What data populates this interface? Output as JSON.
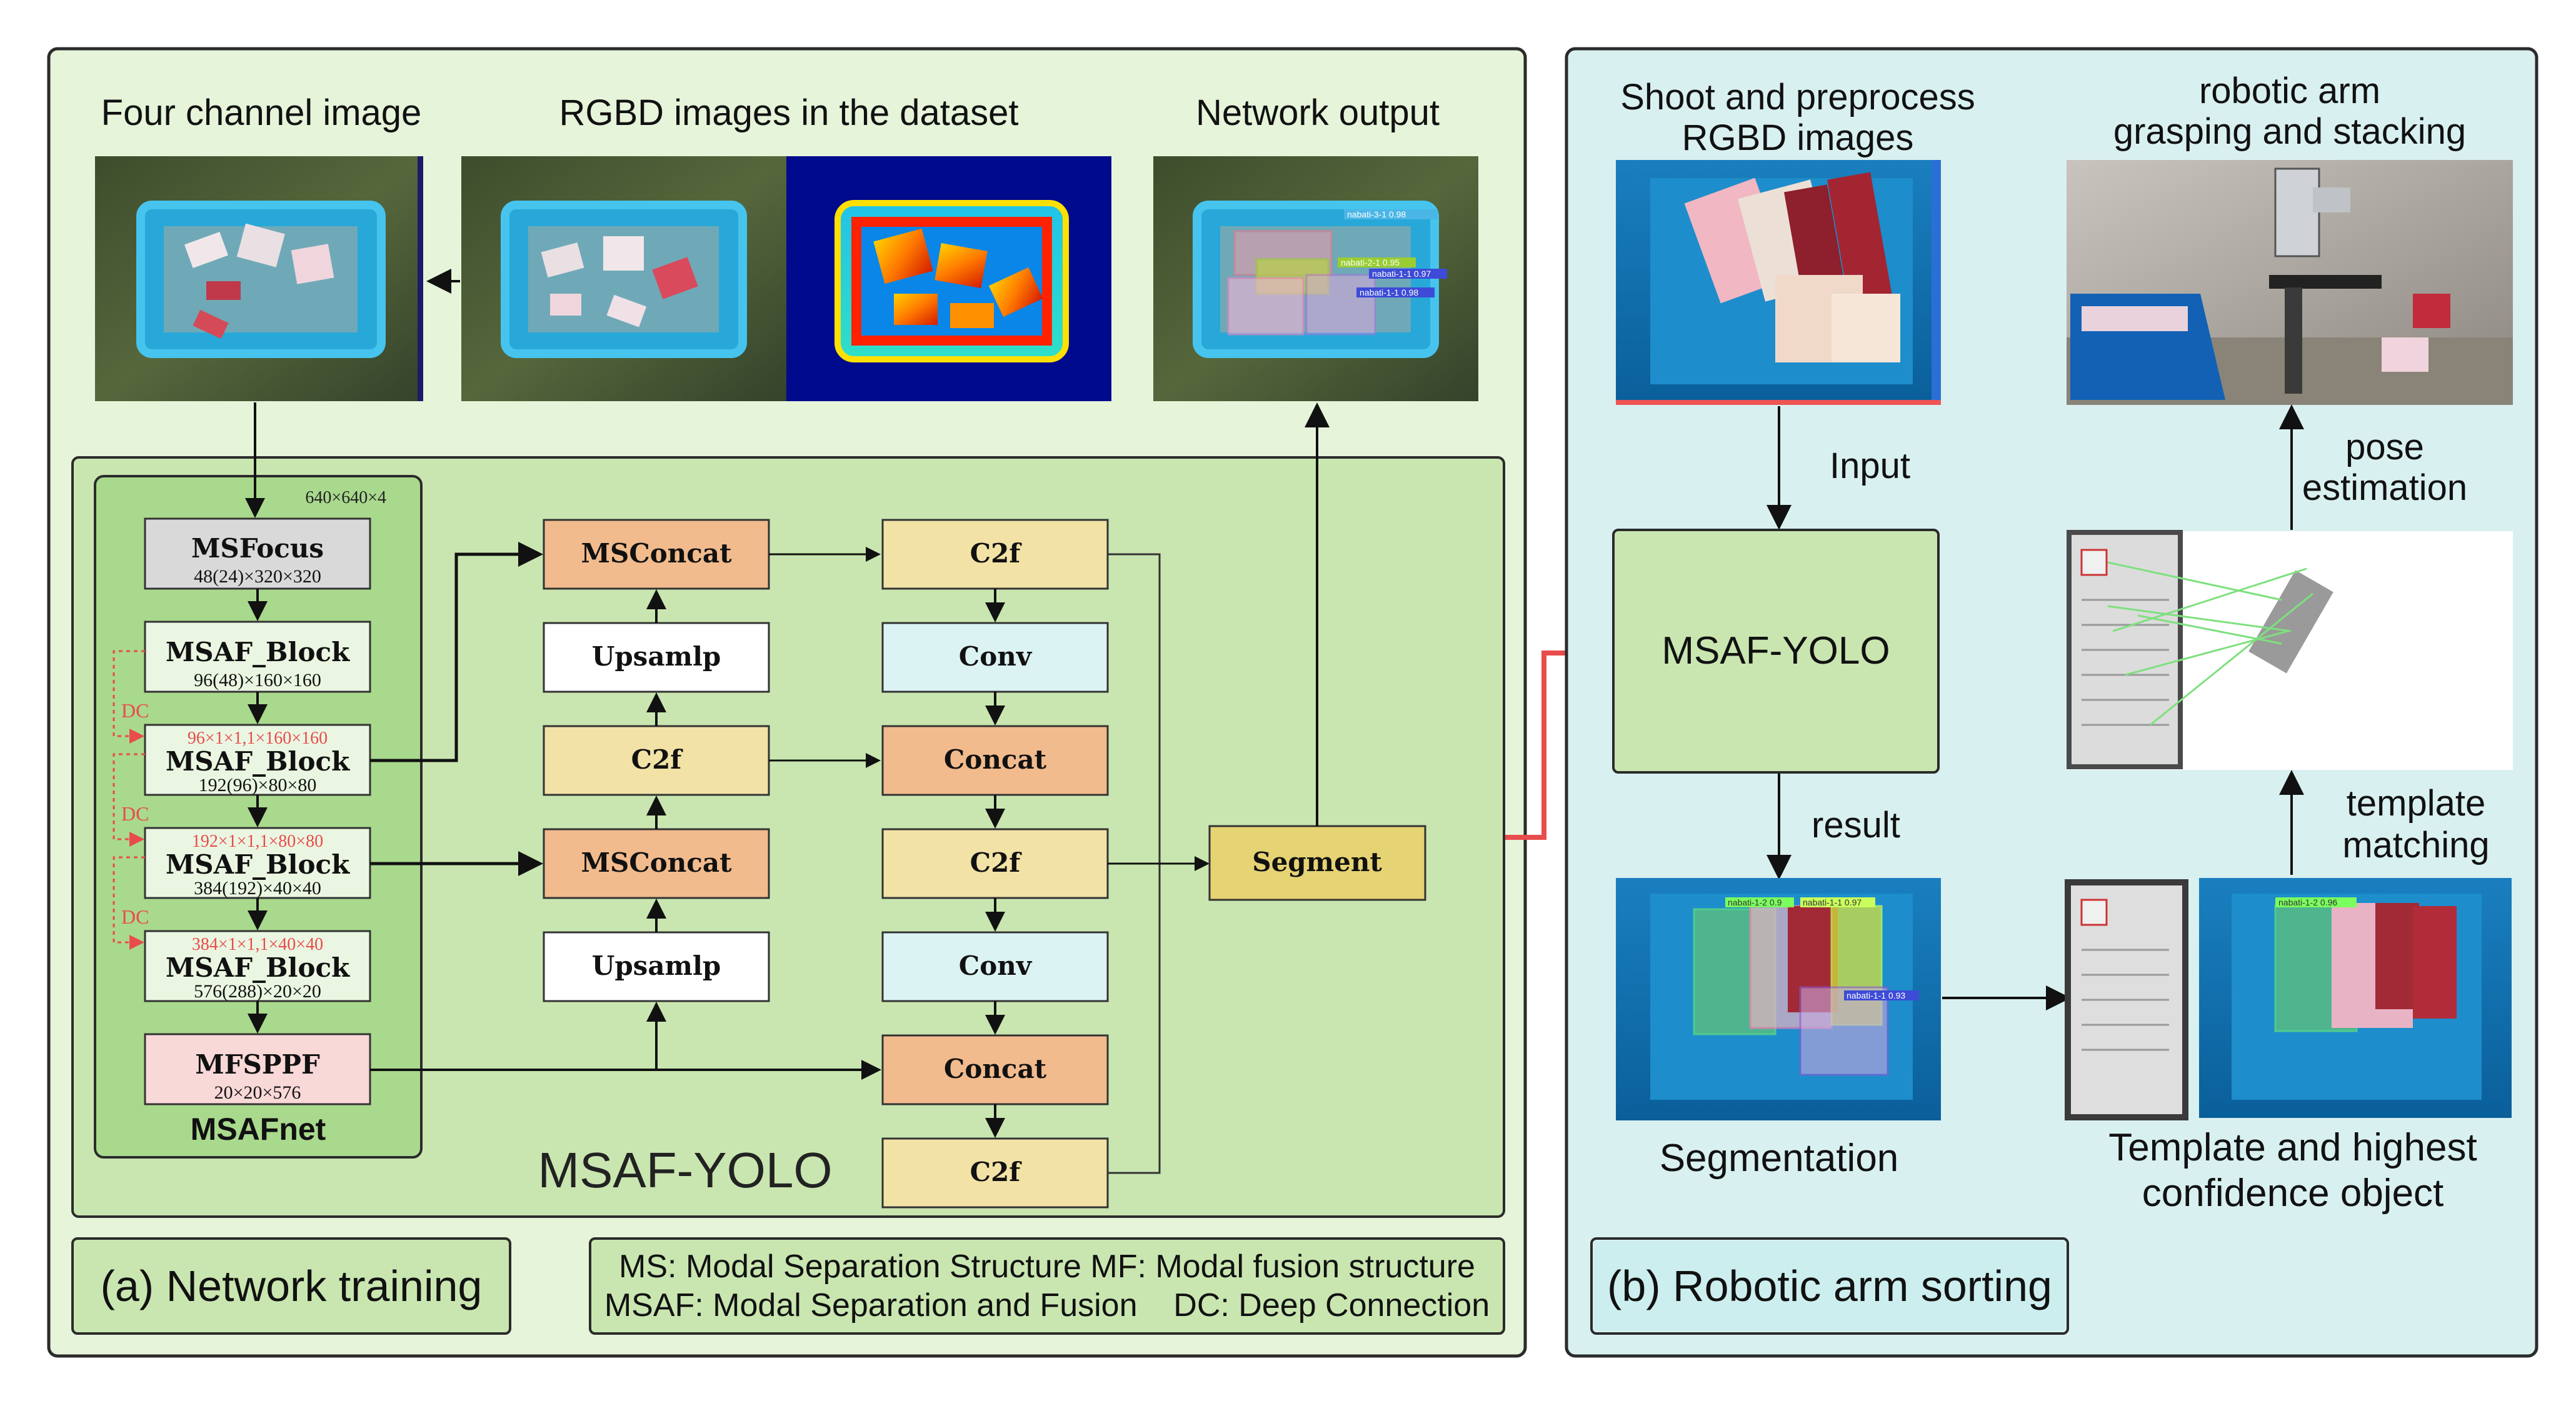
{
  "panel_a": {
    "headers": {
      "four_channel": "Four channel image",
      "rgbd": "RGBD images in the dataset",
      "network_output": "Network output"
    },
    "output_labels": [
      "nabati-3-1 0.98",
      "nabati-2-1 0.95",
      "nabati-1-1 0.97",
      "nabati-1-1 0.98"
    ],
    "msafnet": {
      "title": "MSAFnet",
      "input_size": "640×640×4",
      "blocks": [
        {
          "name": "MSFocus",
          "dims": "48(24)×320×320"
        },
        {
          "name": "MSAF_Block",
          "dims": "96(48)×160×160"
        },
        {
          "name": "MSAF_Block",
          "dims": "192(96)×80×80",
          "dc": "96×1×1,1×160×160"
        },
        {
          "name": "MSAF_Block",
          "dims": "384(192)×40×40",
          "dc": "192×1×1,1×80×80"
        },
        {
          "name": "MSAF_Block",
          "dims": "576(288)×20×20",
          "dc": "384×1×1,1×40×40"
        },
        {
          "name": "MFSPPF",
          "dims": "20×20×576"
        }
      ],
      "dc_label": "DC"
    },
    "neck": {
      "col1": [
        "MSConcat",
        "Upsamlp",
        "C2f",
        "MSConcat",
        "Upsamlp"
      ],
      "col2": [
        "C2f",
        "Conv",
        "Concat",
        "C2f",
        "Conv",
        "Concat",
        "C2f"
      ],
      "segment": "Segment"
    },
    "big_label": "MSAF-YOLO",
    "caption": "(a)  Network training",
    "legend": [
      "MS: Modal Separation Structure MF: Modal fusion structure",
      "MSAF: Modal Separation and Fusion    DC: Deep Connection"
    ]
  },
  "panel_b": {
    "shoot_label": [
      "Shoot and preprocess",
      "RGBD images"
    ],
    "input_label": "Input",
    "model_label": "MSAF-YOLO",
    "result_label": "result",
    "segmentation_label": "Segmentation",
    "seg_tags": [
      "nabati-1-2 0.9",
      "nabati-1-1 0.97",
      "nabati-1-1 0.93"
    ],
    "template_label": [
      "Template and highest",
      "confidence object"
    ],
    "template_tag": "nabati-1-2 0.96",
    "template_matching_label": [
      "template",
      "matching"
    ],
    "pose_label": [
      "pose",
      "estimation"
    ],
    "robot_label": [
      "robotic arm",
      "grasping and stacking"
    ],
    "caption": "(b) Robotic arm sorting"
  },
  "colors": {
    "panel_a_bg": "#e6f4da",
    "panel_a_inner": "#c9e6b0",
    "msafnet_bg": "#a9d98d",
    "panel_b_bg": "#d9f0f0",
    "accent_red": "#e84c4c",
    "msconcat": "#f2bb8d",
    "c2f": "#f2e2a6",
    "conv": "#dcf3f3",
    "segment": "#e6d373",
    "mfsppf": "#f9d8d8",
    "msfocus": "#d9d9d9"
  }
}
